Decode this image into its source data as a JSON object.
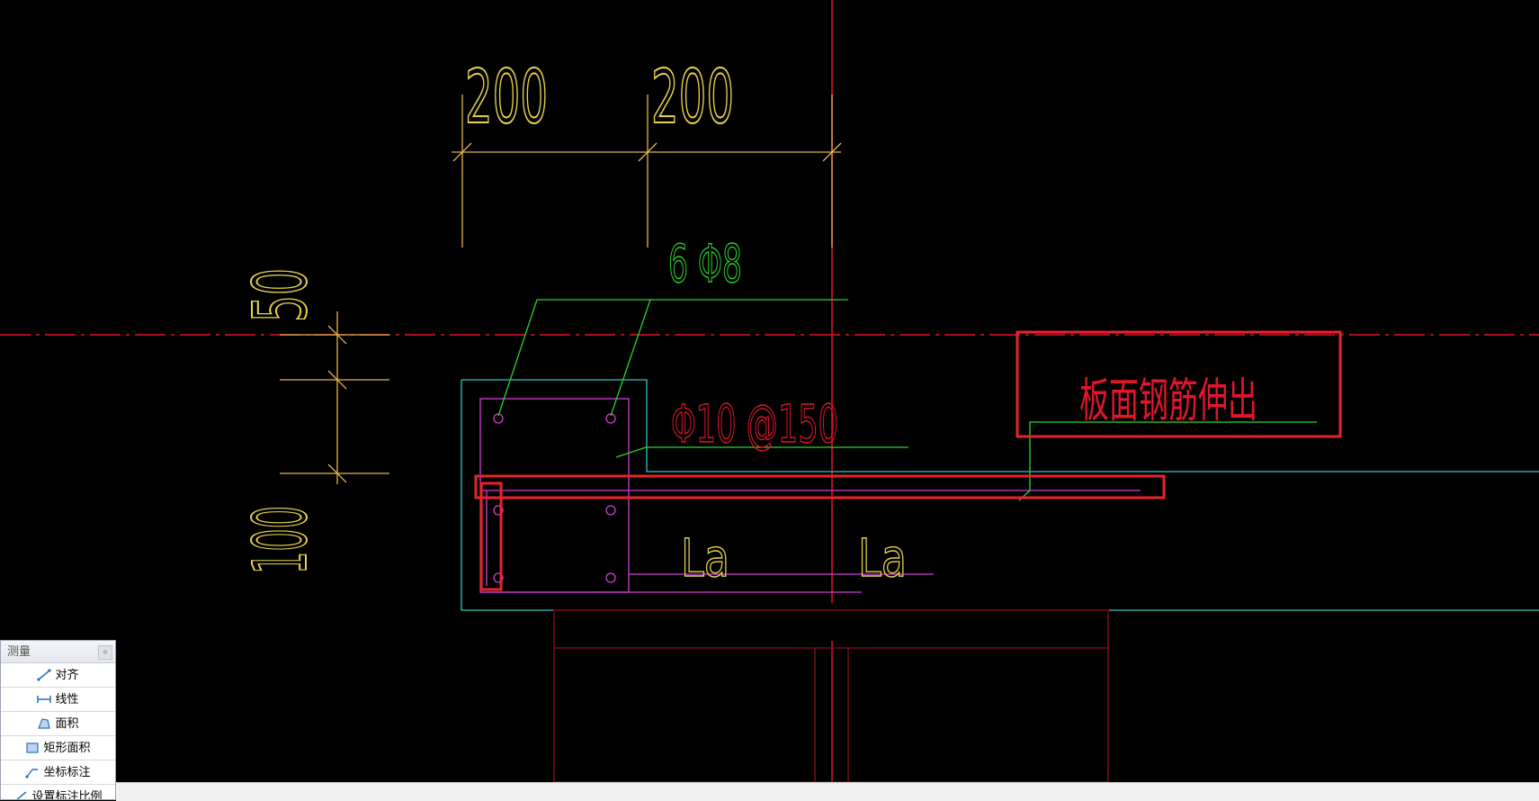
{
  "drawing": {
    "dimensions": {
      "top_left": "200",
      "top_right": "200",
      "left_upper": "50",
      "left_lower": "100"
    },
    "labels": {
      "rebar_count": "6 Φ8",
      "stirrup": "Φ10 @150",
      "anchor_left": "La",
      "anchor_right": "La",
      "annotation": "板面钢筋伸出"
    },
    "colors": {
      "dimension": "#e8d44d",
      "dimension_line": "#e6b44c",
      "leader": "#2bd62b",
      "rebar": "#d63dd6",
      "outline": "#2cc6c6",
      "axis": "#e0162b",
      "beam": "#8a0f1c",
      "highlight": "#e8242b",
      "background": "#000000"
    }
  },
  "measure_panel": {
    "title": "测量",
    "close": "«",
    "tools": [
      {
        "label": "对齐",
        "icon": "align-icon"
      },
      {
        "label": "线性",
        "icon": "linear-icon"
      },
      {
        "label": "面积",
        "icon": "area-icon"
      },
      {
        "label": "矩形面积",
        "icon": "rect-area-icon"
      },
      {
        "label": "坐标标注",
        "icon": "coordinate-icon"
      },
      {
        "label": "设置标注比例",
        "icon": "scale-icon"
      }
    ]
  }
}
